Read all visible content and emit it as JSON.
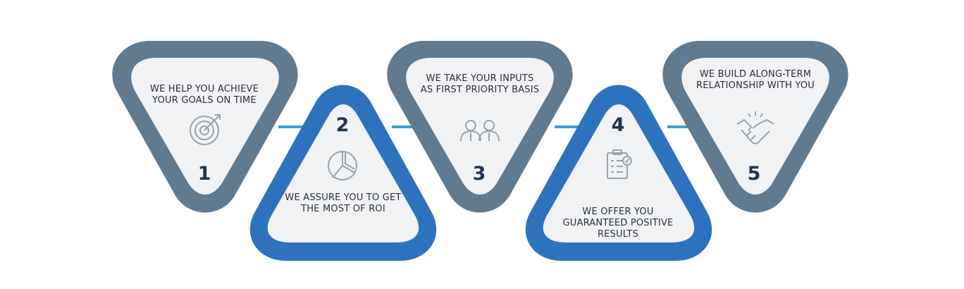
{
  "colors": {
    "gray_border": "#607a8f",
    "blue_border": "#2d72bd",
    "connector": "#3aa0d6",
    "inner_fill": "#f1f2f4",
    "number": "#22344f",
    "text": "#2b3138",
    "icon": "#9aa3ab"
  },
  "steps": [
    {
      "number": "1",
      "text": "WE HELP YOU ACHIEVE YOUR GOALS ON TIME",
      "icon": "target-icon",
      "orientation": "down"
    },
    {
      "number": "2",
      "text": "WE ASSURE YOU TO GET THE MOST OF ROI",
      "icon": "pie-chart-icon",
      "orientation": "up"
    },
    {
      "number": "3",
      "text": "WE TAKE YOUR INPUTS AS FIRST PRIORITY BASIS",
      "icon": "people-icon",
      "orientation": "down"
    },
    {
      "number": "4",
      "text": "WE OFFER YOU GUARANTEED POSITIVE RESULTS",
      "icon": "checklist-icon",
      "orientation": "up"
    },
    {
      "number": "5",
      "text": "WE BUILD ALONG-TERM RELATIONSHIP WITH YOU",
      "icon": "handshake-icon",
      "orientation": "down"
    }
  ]
}
